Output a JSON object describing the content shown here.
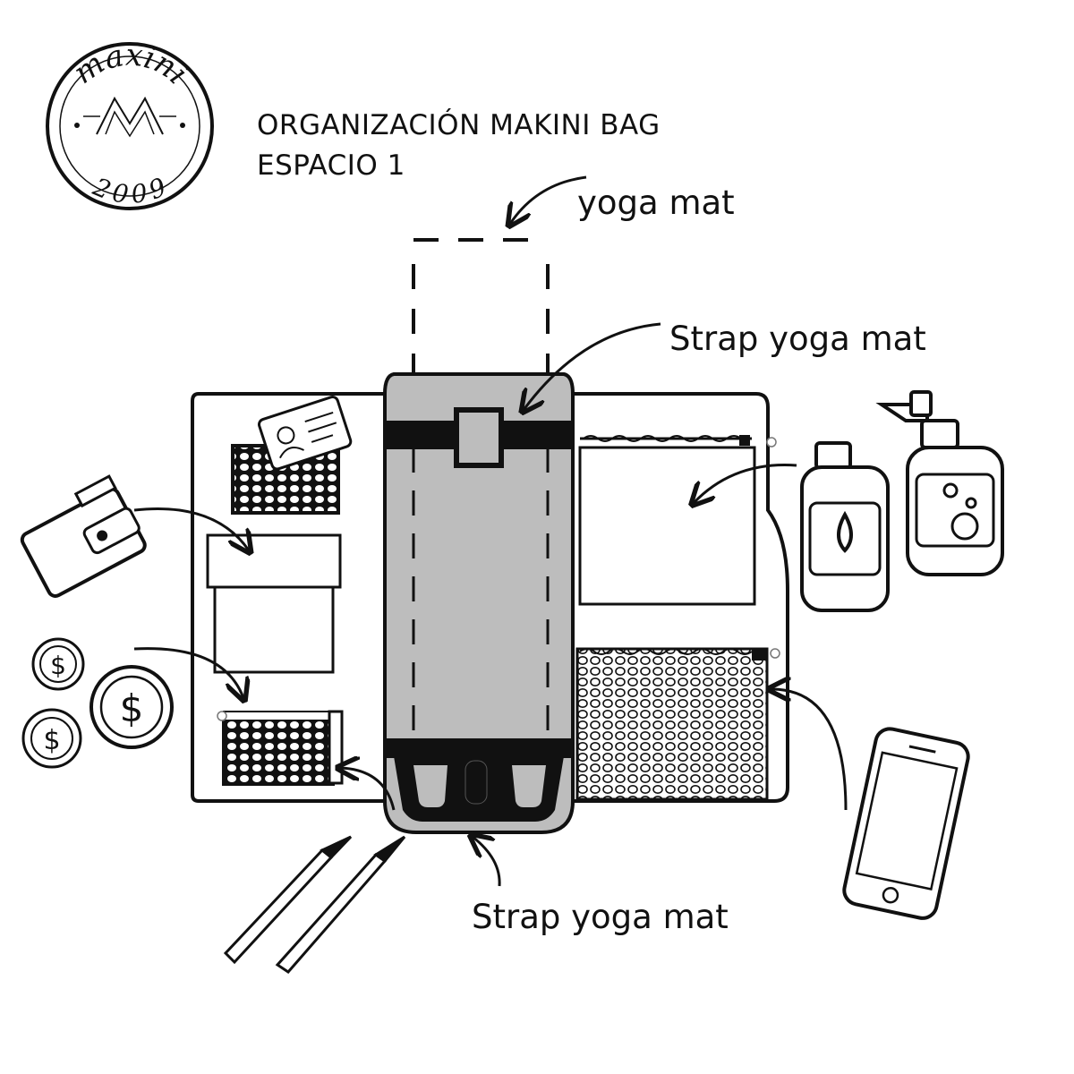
{
  "logo": {
    "top_text": "maxini",
    "bottom_text": "2009"
  },
  "header": {
    "line1": "ORGANIZACIÓN MAKINI BAG",
    "line2": "ESPACIO 1"
  },
  "labels": {
    "yoga_mat": "yoga mat",
    "strap_top": "Strap yoga mat",
    "strap_bottom": "Strap yoga mat"
  },
  "icons": {
    "coin_symbol": "$"
  },
  "colors": {
    "ink": "#111111",
    "strap_panel": "#bdbdbd",
    "strap_band": "#111111",
    "background": "#ffffff"
  }
}
